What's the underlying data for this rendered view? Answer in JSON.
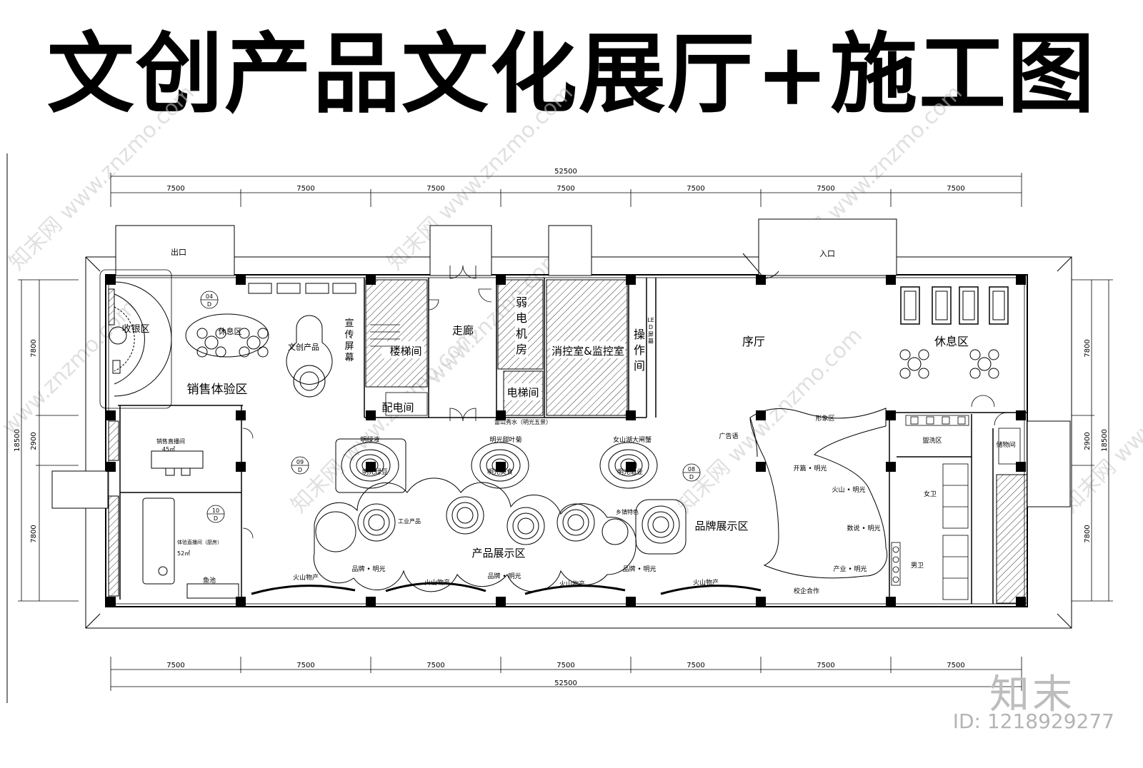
{
  "title": "文创产品文化展厅+施工图",
  "dimensions": {
    "total": "52500",
    "bays": [
      "7500",
      "7500",
      "7500",
      "7500",
      "7500",
      "7500",
      "7500"
    ],
    "side_total": "18500",
    "side_parts": [
      "7800",
      "2900",
      "7800"
    ]
  },
  "rooms": {
    "exit": "出口",
    "entrance": "入口",
    "cashier": "收银区",
    "rest_left": "休息区",
    "cultural_products": "文创产品",
    "sales_area": "销售体验区",
    "promo_screen": "宣传屏幕",
    "stairwell": "楼梯间",
    "corridor": "走廊",
    "low_voltage": "弱电机房",
    "fire_control": "消控室&监控室",
    "operation": "操作间",
    "led_screen": "LED屏幕",
    "lobby": "序厅",
    "rest_right": "休息区",
    "power_room": "配电间",
    "elevator": "电梯间",
    "live_room": "销售直播间",
    "live_room_area": "45㎡",
    "exp_room": "体验直播间（厨房）",
    "exp_room_area": "52㎡",
    "fish_pool": "鱼池",
    "image_area": "形象区",
    "ad_slogan": "广告语",
    "wash_area": "盥洗区",
    "storage": "储物间",
    "female_wc": "女卫",
    "male_wc": "男卫",
    "product_area": "产品展示区",
    "brand_area": "品牌展示区",
    "industrial": "工业产品",
    "town_specialty": "乡镇特色"
  },
  "exhibits": {
    "banner": "雷山秀水（明光五景）",
    "item_a": "明绿液",
    "item_b": "明光甜叶菊",
    "item_c": "女山湖大闸蟹",
    "sub_a": "明光绿豆",
    "sub_b": "明光美食",
    "sub_c": "明光酒业"
  },
  "walls": {
    "volcano": "火山物产",
    "brand_mg": "品牌 • 明光",
    "opening": "开篇 • 明光",
    "volcano_mg": "火山 • 明光",
    "data_mg": "数说 • 明光",
    "industry_mg": "产业 • 明光",
    "school": "校企合作"
  },
  "index_marks": {
    "m04": [
      "04",
      "D"
    ],
    "m08": [
      "08",
      "D"
    ],
    "m09": [
      "09",
      "D"
    ],
    "m10": [
      "10",
      "D"
    ]
  },
  "watermark": {
    "text": "知末网 www.znzmo.com",
    "short": "www.znzmo.com",
    "brand": "知末",
    "id": "ID: 1218929277"
  }
}
